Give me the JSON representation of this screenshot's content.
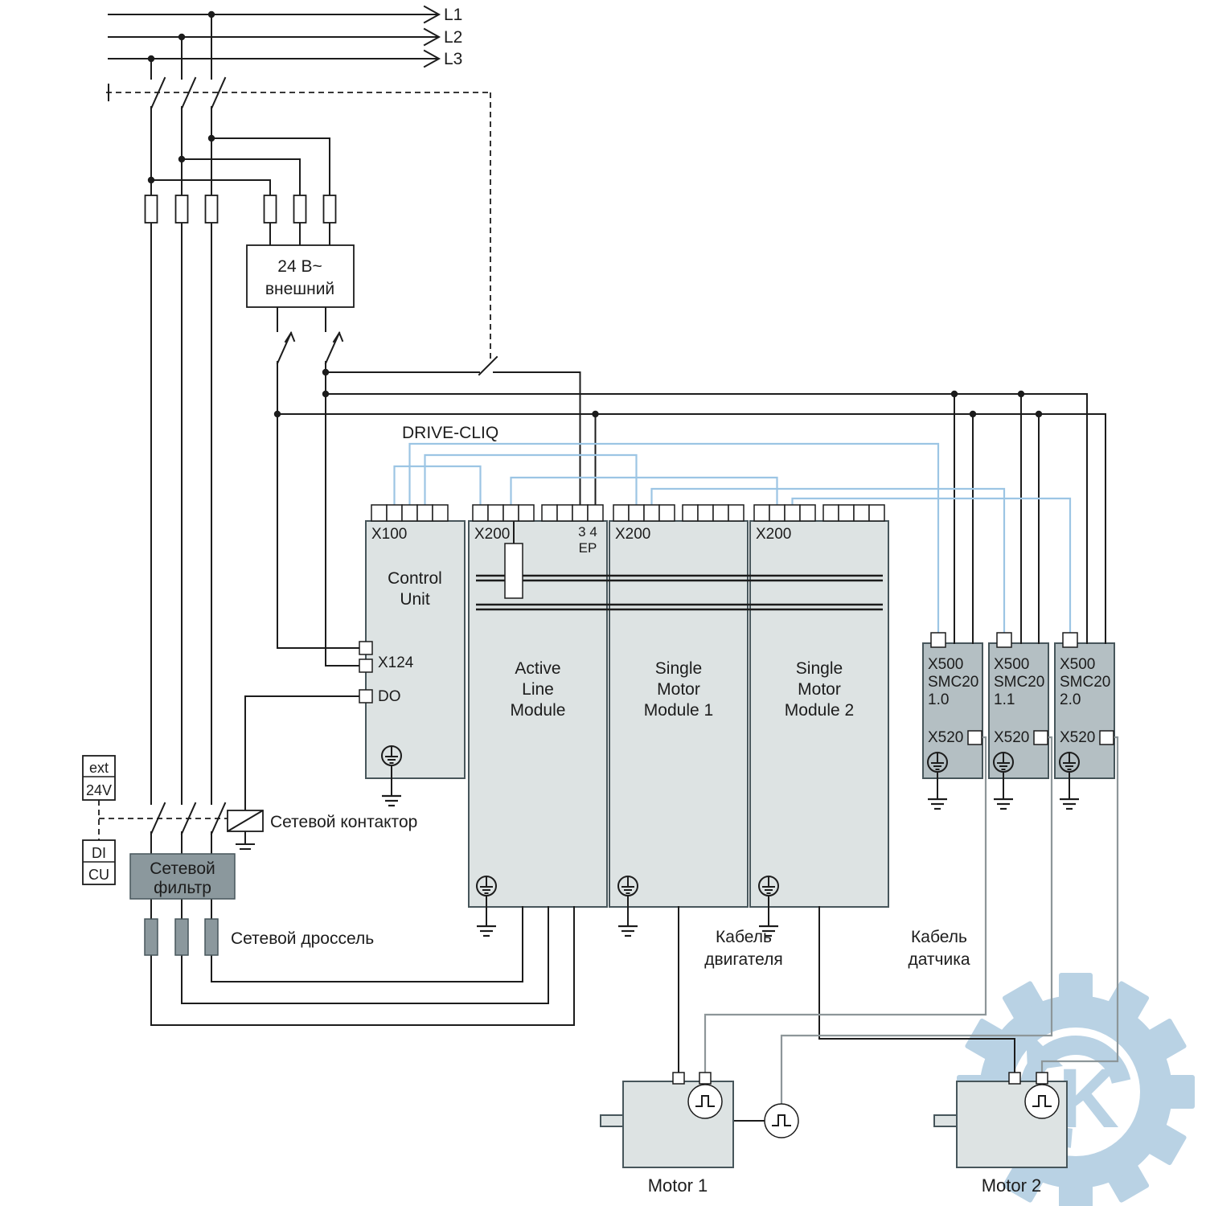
{
  "colors": {
    "wire": "#1c1c1c",
    "dclq": "#9cc5e4",
    "sensor": "#8d9699",
    "module_fill": "#dde3e3",
    "module_stroke": "#47565b",
    "smc_fill": "#b4bfc3",
    "dark_fill": "#8b989d",
    "watermark": "#b2cee2",
    "background": "#ffffff"
  },
  "phases": {
    "l1": "L1",
    "l2": "L2",
    "l3": "L3"
  },
  "supply_24v": {
    "line1": "24 В~",
    "line2": "внешний"
  },
  "drive_cliq_label": "DRIVE-CLIQ",
  "control_unit": {
    "port_top": "X100",
    "title1": "Control",
    "title2": "Unit",
    "port_x124": "X124",
    "port_do": "DO"
  },
  "line_module": {
    "port": "X200",
    "ep_terminals": "3 4",
    "ep": "EP",
    "line1": "Active",
    "line2": "Line",
    "line3": "Module"
  },
  "motor_module_1": {
    "port": "X200",
    "line1": "Single",
    "line2": "Motor",
    "line3": "Module 1"
  },
  "motor_module_2": {
    "port": "X200",
    "line1": "Single",
    "line2": "Motor",
    "line3": "Module 2"
  },
  "smc_modules": [
    {
      "port_top": "X500",
      "name": "SMC20",
      "id": "1.0",
      "port_bottom": "X520"
    },
    {
      "port_top": "X500",
      "name": "SMC20",
      "id": "1.1",
      "port_bottom": "X520"
    },
    {
      "port_top": "X500",
      "name": "SMC20",
      "id": "2.0",
      "port_bottom": "X520"
    }
  ],
  "ext_supply": {
    "line1": "ext",
    "line2": "24V"
  },
  "cu_di": {
    "line1": "DI",
    "line2": "CU"
  },
  "labels": {
    "contactor": "Сетевой контактор",
    "filter1": "Сетевой",
    "filter2": "фильтр",
    "reactor": "Сетевой дроссель",
    "motor_cable1": "Кабель",
    "motor_cable2": "двигателя",
    "sensor_cable1": "Кабель",
    "sensor_cable2": "датчика"
  },
  "motors": {
    "motor1": "Motor 1",
    "motor2": "Motor 2"
  },
  "watermark": {
    "letter": "K"
  }
}
